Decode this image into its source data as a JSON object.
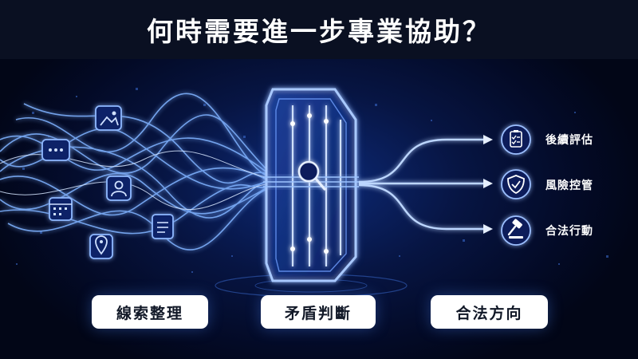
{
  "title": "何時需要進一步專業協助？",
  "inputs": [
    {
      "label": "線索整理",
      "icon": "list-icon"
    },
    {
      "label": "矛盾判斷",
      "icon": "contradiction-icon"
    },
    {
      "label": "合法方向",
      "icon": "direction-icon"
    }
  ],
  "outputs": [
    {
      "label": "後續評估",
      "icon": "clipboard-check-icon"
    },
    {
      "label": "風險控管",
      "icon": "shield-check-icon"
    },
    {
      "label": "合法行動",
      "icon": "gavel-icon"
    }
  ],
  "colors": {
    "background": "#030a26",
    "title_bar": "#0a1022",
    "glow": "#4d8dff",
    "line": "#7fb2ff",
    "pill": "#ffffff"
  }
}
